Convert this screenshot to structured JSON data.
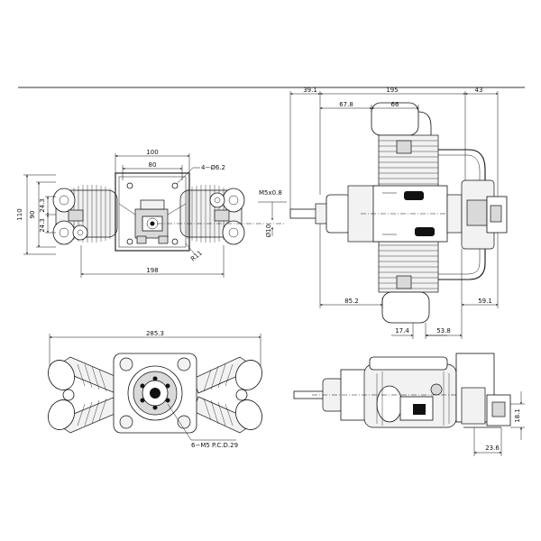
{
  "drawing": {
    "front_view": {
      "dims": {
        "top_width": "100",
        "mount_width": "80",
        "holes": "4−Ø6.2",
        "height_total": "110",
        "height_mount": "90",
        "half_a": "24.3",
        "half_b": "24.3",
        "shaft_thread": "M5x0.8",
        "shaft_dia": "Ø10",
        "radius": "R11",
        "width_total": "198"
      }
    },
    "side_view": {
      "dims": {
        "prop_offset": "39.1",
        "body_length": "195",
        "rear": "43",
        "front_block": "67.8",
        "cyl_span": "66",
        "front_length": "85.2",
        "rear_length": "59.1",
        "cyl_a": "17.4",
        "cyl_b": "53.8"
      }
    },
    "top_view": {
      "dims": {
        "overall": "285.3",
        "bolt_pattern": "6−M5 P.C.D.29"
      }
    },
    "bottom_side_view": {
      "dims": {
        "height": "18.1",
        "offset": "23.6"
      }
    }
  }
}
